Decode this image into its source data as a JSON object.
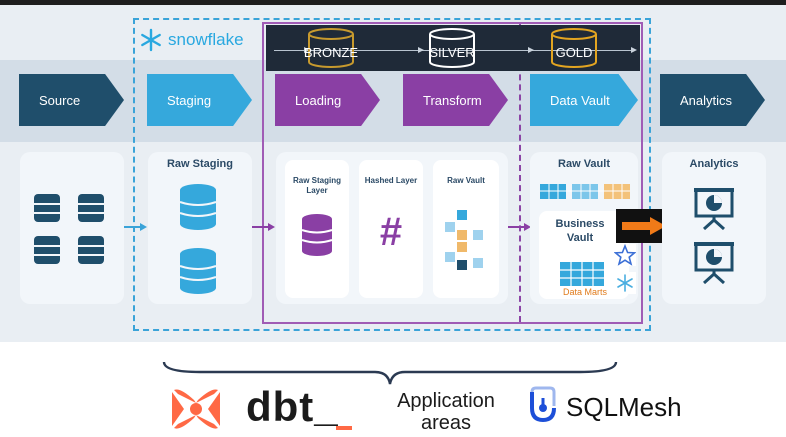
{
  "header": {
    "brand": "snowflake"
  },
  "medallion": {
    "bronze": "BRONZE",
    "silver": "SILVER",
    "gold": "GOLD"
  },
  "stages": {
    "source": "Source",
    "staging": "Staging",
    "loading": "Loading",
    "transform": "Transform",
    "data_vault": "Data Vault",
    "analytics": "Analytics"
  },
  "panels": {
    "raw_staging": "Raw Staging",
    "raw_staging_layer": "Raw Staging Layer",
    "hashed_layer": "Hashed Layer",
    "raw_vault_small": "Raw Vault",
    "raw_vault": "Raw Vault",
    "business_vault": "Business Vault",
    "data_marts": "Data Marts",
    "analytics": "Analytics",
    "hash_symbol": "#"
  },
  "bottom": {
    "dbt": "dbt_",
    "application_areas": "Application areas",
    "sqlmesh": "SQLMesh"
  },
  "colors": {
    "source": "#1f4e6b",
    "staging": "#35a8dc",
    "loading": "#8a3fa4",
    "transform": "#8a3fa4",
    "data_vault": "#35a8dc",
    "analytics": "#1f4e6b",
    "bronze": "#c79a2e",
    "gold": "#e3a521",
    "orange_arrow": "#f07a18"
  }
}
